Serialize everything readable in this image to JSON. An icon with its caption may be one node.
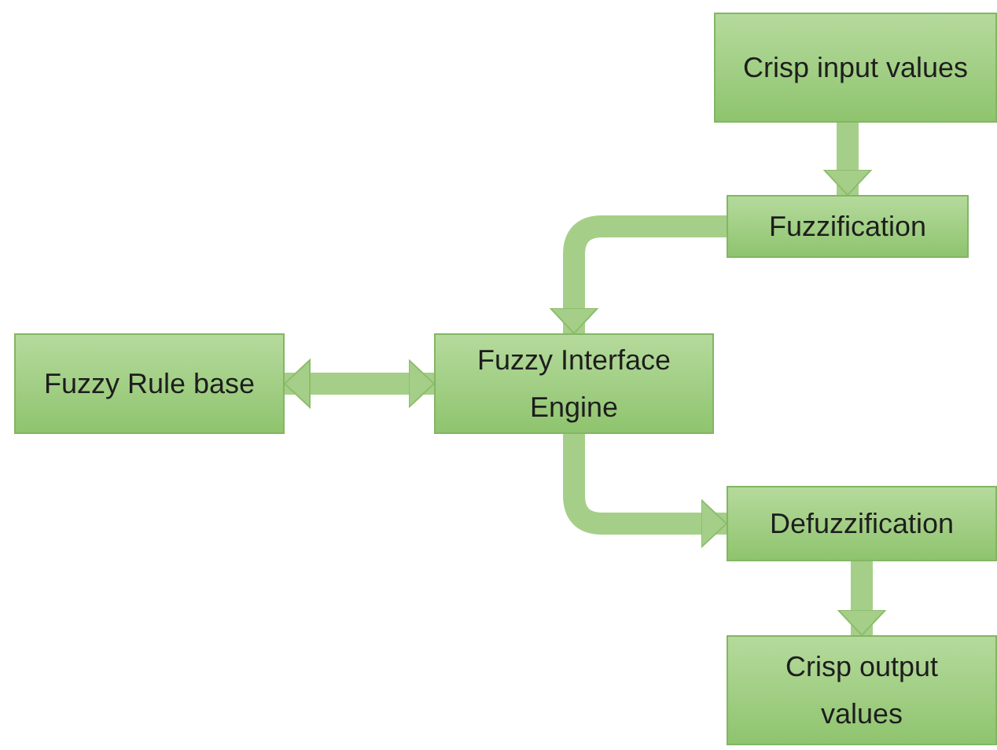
{
  "diagram": {
    "nodes": [
      {
        "text": [
          "Crisp input values"
        ]
      },
      {
        "text": [
          "Fuzzification"
        ]
      },
      {
        "text": [
          "Fuzzy Rule base"
        ]
      },
      {
        "text": [
          "Fuzzy Interface Engine"
        ]
      },
      {
        "text": [
          "Defuzzification"
        ]
      },
      {
        "text": [
          "Crisp output values"
        ]
      }
    ],
    "edges": [
      {
        "from": 0,
        "to": 1,
        "arrow": "to"
      },
      {
        "from": 1,
        "to": 3,
        "arrow": "to"
      },
      {
        "from": 2,
        "to": 3,
        "arrow": "both"
      },
      {
        "from": 3,
        "to": 4,
        "arrow": "to"
      },
      {
        "from": 4,
        "to": 5,
        "arrow": "to"
      }
    ]
  }
}
